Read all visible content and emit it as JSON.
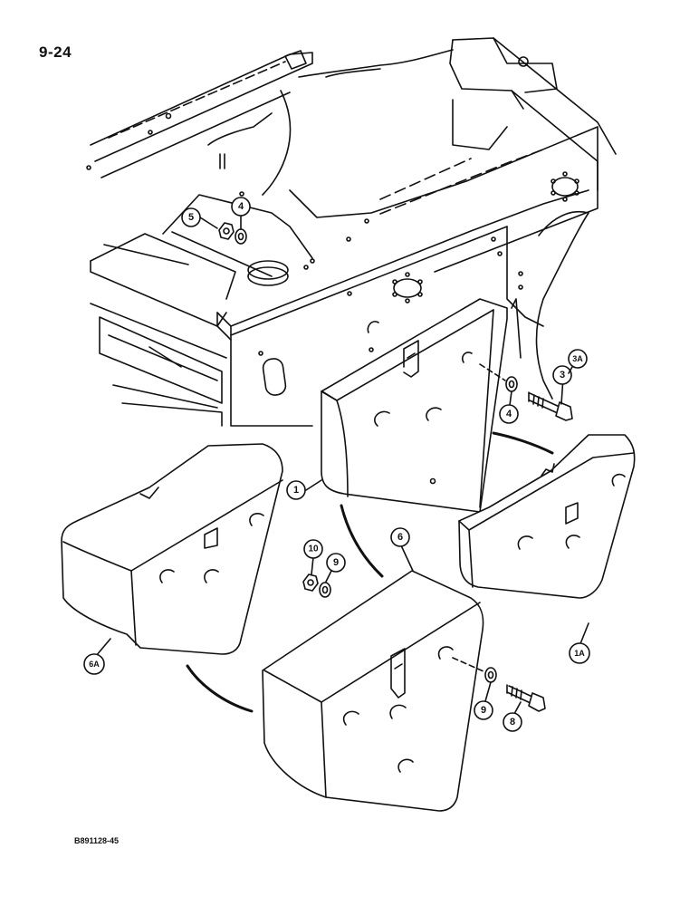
{
  "page": {
    "number": "9-24",
    "figure_code": "B891128-45"
  },
  "colors": {
    "ink": "#111111",
    "paper": "#ffffff"
  },
  "callouts": [
    "1",
    "1A",
    "3",
    "3A",
    "4",
    "4",
    "5",
    "6",
    "6A",
    "8",
    "9",
    "9",
    "10"
  ]
}
